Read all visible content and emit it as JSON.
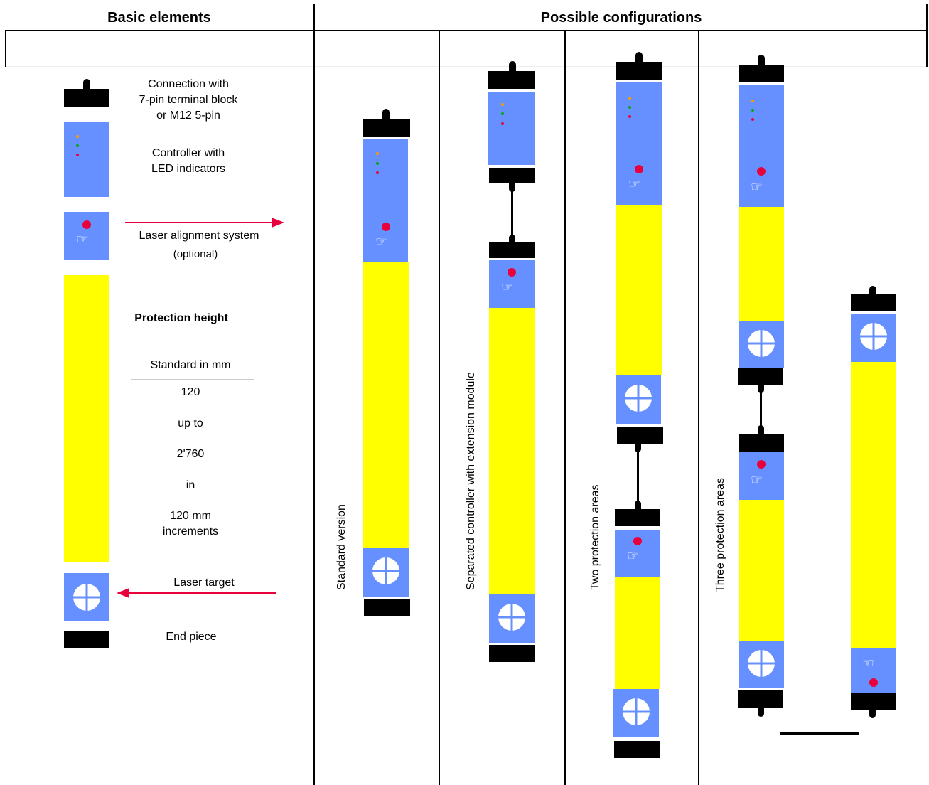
{
  "headers": {
    "basic": "Basic elements",
    "configs": "Possible configurations"
  },
  "basic_labels": {
    "connection": [
      "Connection with",
      "7-pin terminal block",
      "or M12 5-pin"
    ],
    "controller": [
      "Controller with",
      "LED indicators"
    ],
    "laser_align": "Laser alignment system",
    "optional": "(optional)",
    "protection_height": "Protection height",
    "standard_mm": "Standard in mm",
    "v120": "120",
    "up_to": "up to",
    "v2760": "2'760",
    "in": "in",
    "inc1": "120 mm",
    "inc2": "increments",
    "laser_target": "Laser target",
    "end_piece": "End piece"
  },
  "config_labels": {
    "standard": "Standard version",
    "separated": "Separated controller with extension module",
    "two": "Two protection areas",
    "three": "Three protection areas"
  },
  "colors": {
    "module_blue": "#6690ff",
    "protection_yellow": "#ffff00",
    "arrow_red": "#e8003c",
    "led_orange": "#ff9900",
    "led_green": "#00aa00",
    "led_red": "#e8003c"
  },
  "icons": {
    "hand": "pointing-hand-icon",
    "target": "crosshair-target-icon"
  }
}
